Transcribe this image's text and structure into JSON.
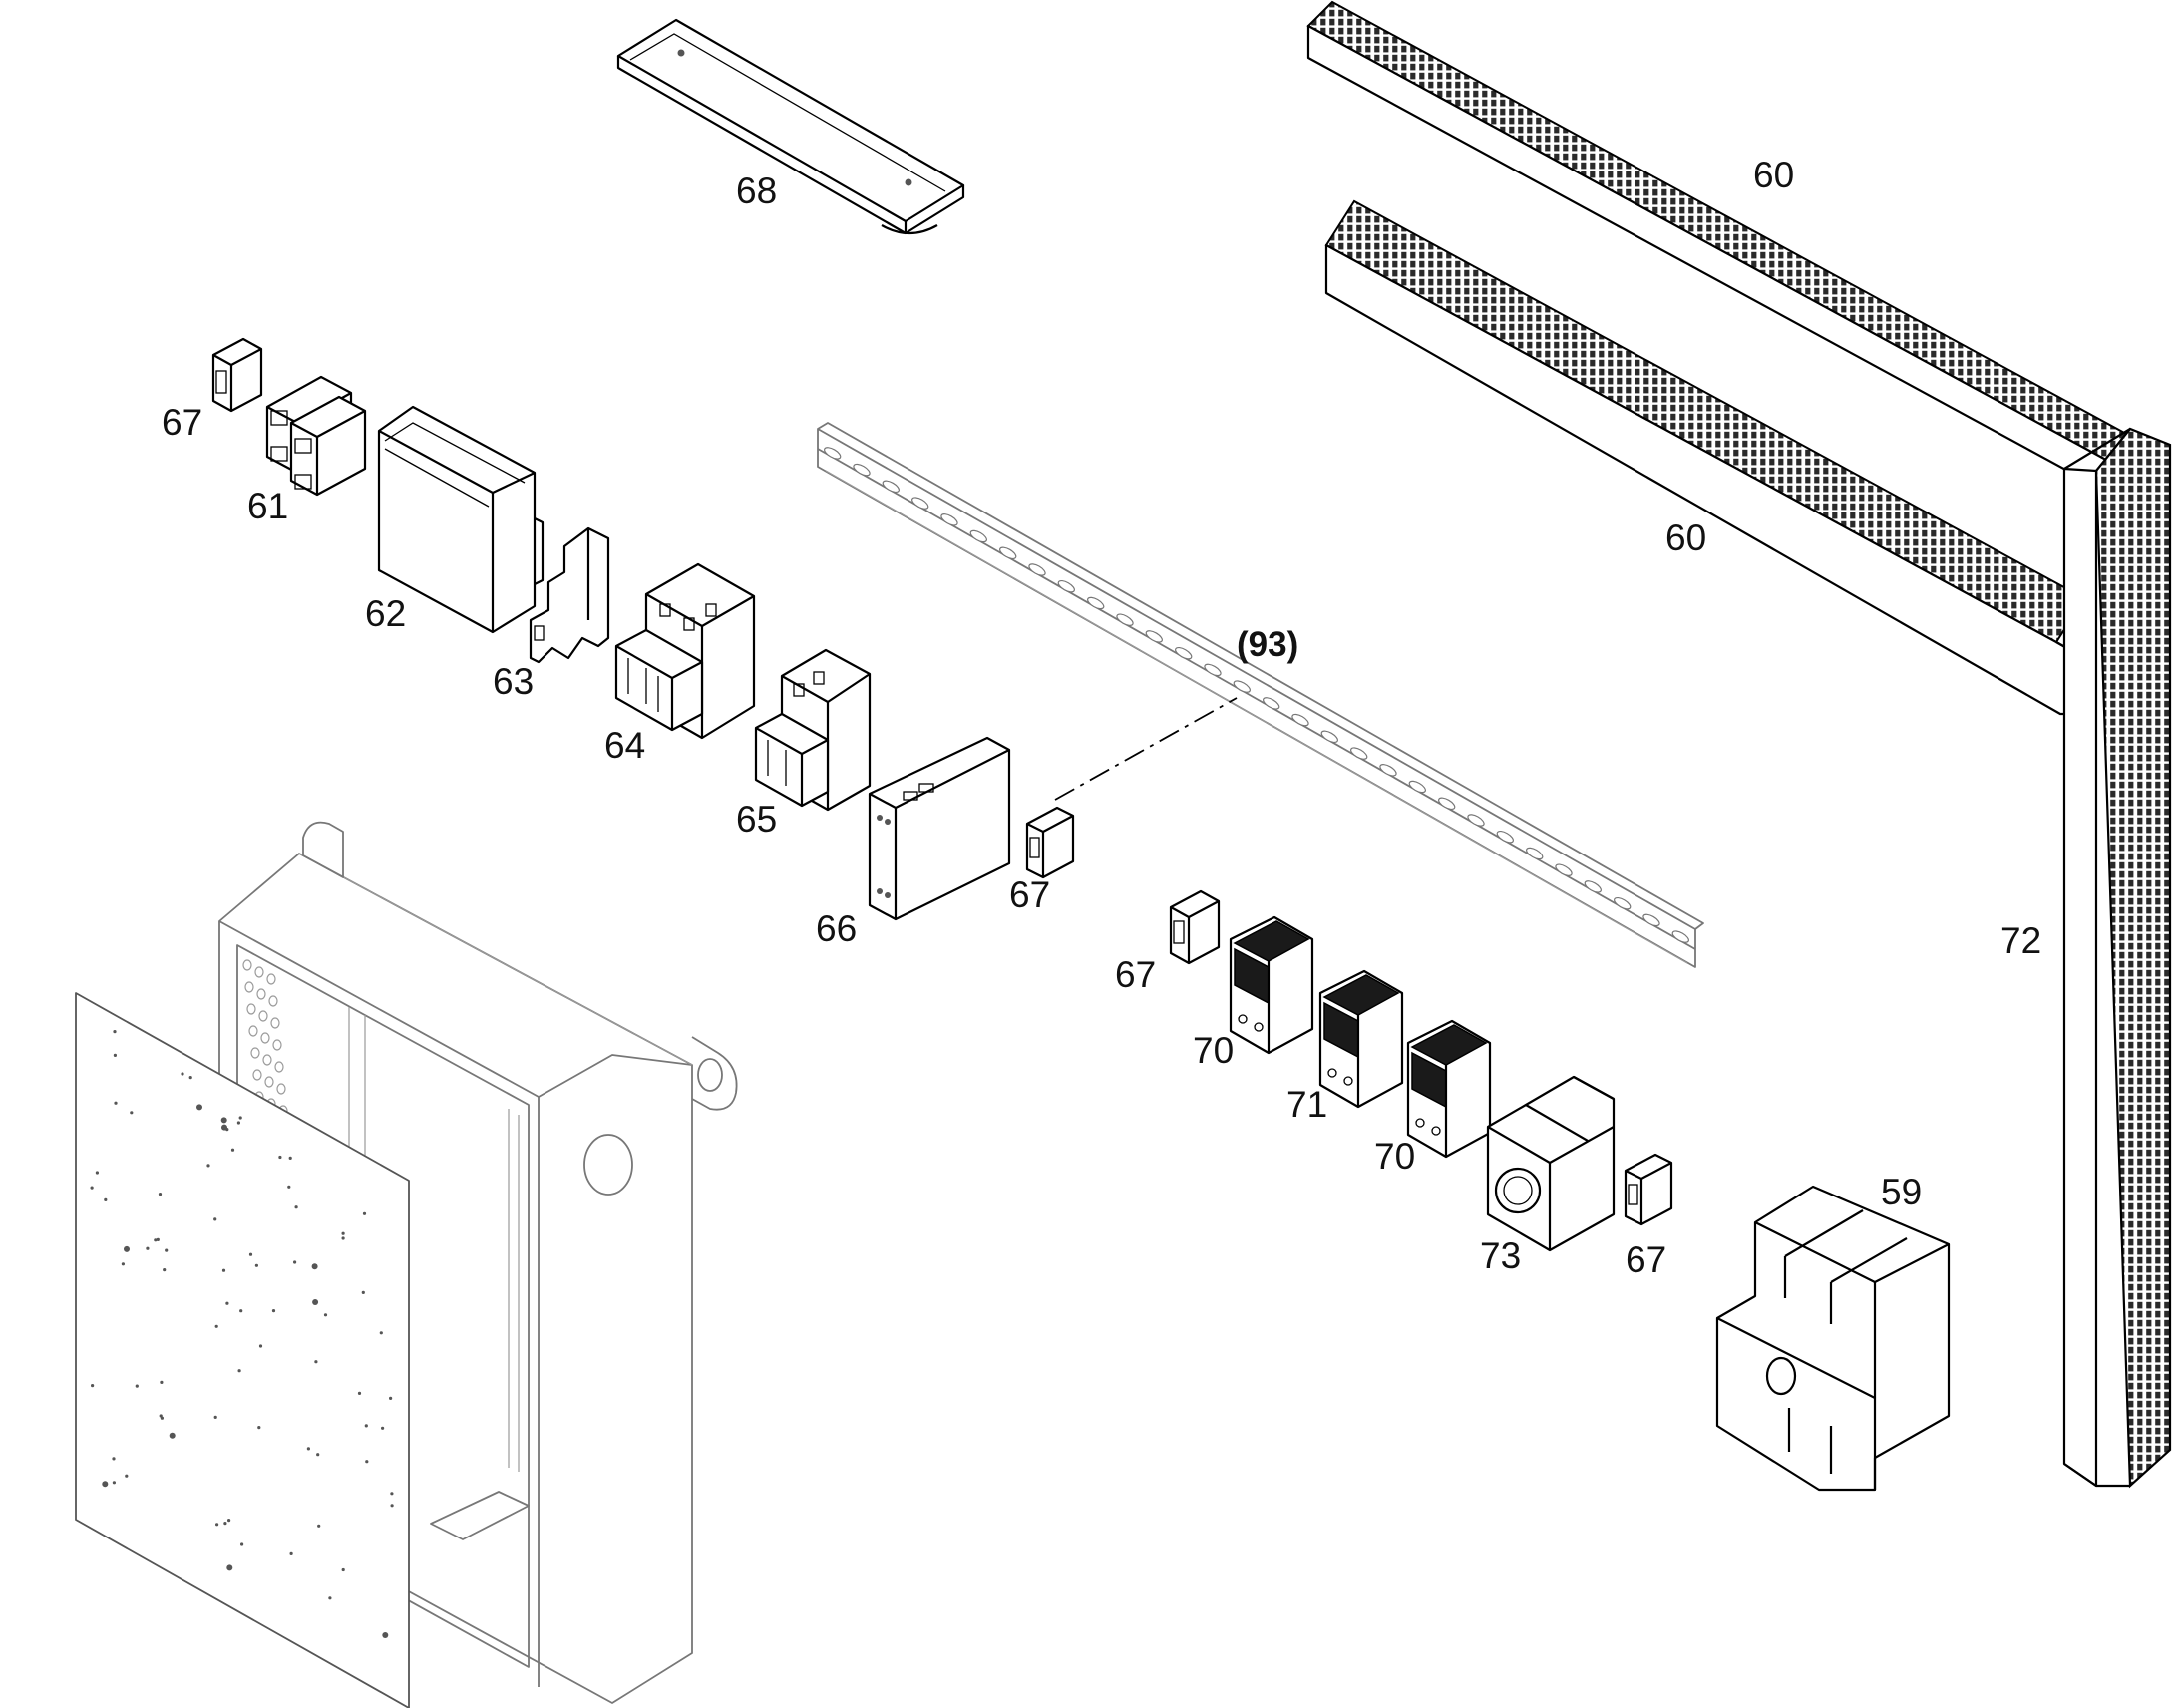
{
  "callouts": [
    {
      "id": "c68",
      "text": "68"
    },
    {
      "id": "c60a",
      "text": "60"
    },
    {
      "id": "c60b",
      "text": "60"
    },
    {
      "id": "c67a",
      "text": "67"
    },
    {
      "id": "c61",
      "text": "61"
    },
    {
      "id": "c62",
      "text": "62"
    },
    {
      "id": "c63",
      "text": "63"
    },
    {
      "id": "c64",
      "text": "64"
    },
    {
      "id": "c65",
      "text": "65"
    },
    {
      "id": "c66",
      "text": "66"
    },
    {
      "id": "c67b",
      "text": "67"
    },
    {
      "id": "c93",
      "text": "(93)"
    },
    {
      "id": "c67c",
      "text": "67"
    },
    {
      "id": "c70a",
      "text": "70"
    },
    {
      "id": "c71",
      "text": "71"
    },
    {
      "id": "c70b",
      "text": "70"
    },
    {
      "id": "c73",
      "text": "73"
    },
    {
      "id": "c67d",
      "text": "67"
    },
    {
      "id": "c59",
      "text": "59"
    },
    {
      "id": "c72",
      "text": "72"
    }
  ],
  "colors": {
    "line": "#000000",
    "ghost": "#777777",
    "background": "#ffffff"
  }
}
